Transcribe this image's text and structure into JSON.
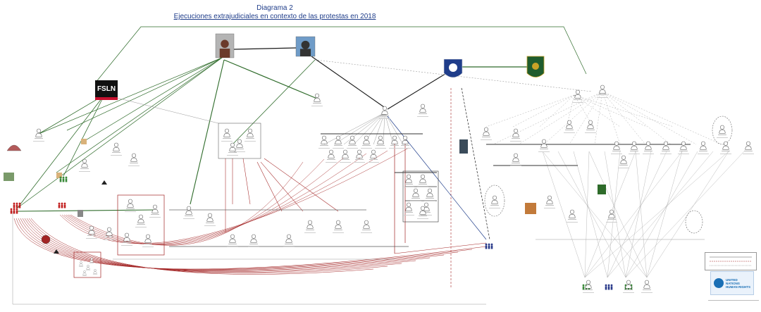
{
  "title": {
    "line1": "Diagrama 2",
    "line2": "Ejecuciones extrajudiciales en contexto de las protestas en 2018"
  },
  "logos": {
    "fsln": "FSLN",
    "un": "UNITED NATIONS HUMAN RIGHTS"
  },
  "colors": {
    "dark_line": "#1a1a1a",
    "green_line": "#2e6b2a",
    "red_line": "#a32424",
    "gray_line": "#9a9a9a",
    "blue_line": "#1f3d8a",
    "person": "#ffffff"
  }
}
